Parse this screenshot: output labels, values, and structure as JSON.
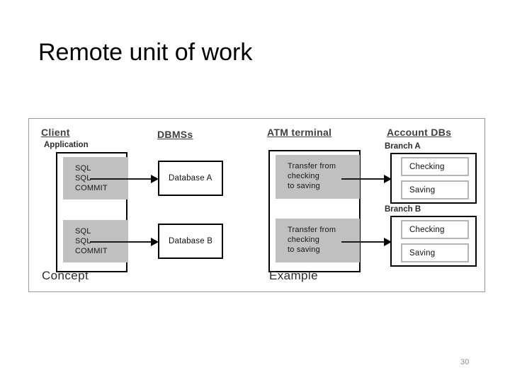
{
  "slide": {
    "title": "Remote unit of work",
    "page_number": "30"
  },
  "diagram": {
    "columns": [
      {
        "heading": "Client",
        "sub_label": "Application"
      },
      {
        "heading": "DBMSs",
        "sub_label": ""
      },
      {
        "heading": "ATM terminal",
        "sub_label": ""
      },
      {
        "heading": "Account DBs",
        "sub_label": ""
      }
    ],
    "captions": {
      "concept": "Concept",
      "example": "Example"
    },
    "client": {
      "blocks": [
        {
          "text": "SQL\nSQL\nCOMMIT"
        },
        {
          "text": "SQL\nSQL\nCOMMIT"
        }
      ]
    },
    "dbms": {
      "databases": [
        {
          "label": "Database A"
        },
        {
          "label": "Database B"
        }
      ]
    },
    "atm": {
      "blocks": [
        {
          "text": "Transfer from\nchecking\nto saving"
        },
        {
          "text": "Transfer from\nchecking\nto saving"
        }
      ]
    },
    "accounts": {
      "branches": [
        {
          "name": "Branch A",
          "accounts": [
            "Checking",
            "Saving"
          ]
        },
        {
          "name": "Branch B",
          "accounts": [
            "Checking",
            "Saving"
          ]
        }
      ]
    },
    "colors": {
      "block_fill": "#c0c0c0",
      "frame_border": "#9a9a9a",
      "box_border": "#000000",
      "account_border": "#b5b5b5"
    }
  }
}
